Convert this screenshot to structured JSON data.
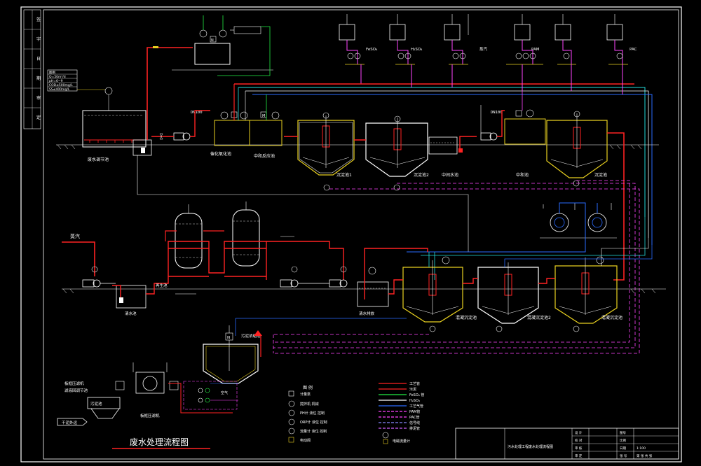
{
  "drawing": {
    "title": "废水处理流程图",
    "colors": {
      "background": "#000000",
      "frame": "#ffffff",
      "process_pipe": "#ff2222",
      "tank_wall": "#ffffff",
      "tank_fill": "#e8d020",
      "feso4": "#ff33ff",
      "h2so4": "#2a6bff",
      "dose": "#ff44ff",
      "air": "#22dddd",
      "pam": "#ffffff",
      "signal": "#22ee44",
      "sludge": "#d060ff",
      "level": "#8888ff"
    }
  },
  "labels": {
    "dn100_left": "DN100",
    "dn100_right": "DN100",
    "n_mark": "N",
    "m_mark": "M",
    "feso4": "FeSO₄",
    "h2so4": "H₂SO₄",
    "pam": "PAM",
    "pac": "PAC",
    "steam": "蒸汽",
    "inlet_tank": "废水调节池",
    "reaction_tank": "催化氧化池",
    "neutral_tank": "中和反应池",
    "settle1": "沉淀池1",
    "settle2": "沉淀池2",
    "mid_pool": "中间水池",
    "neut_pool": "中和池",
    "final_settle": "沉淀池",
    "ro_feed": "清水池",
    "filter_pool": "再生池",
    "filter_outlet": "清水排放",
    "sludge_tank": "污泥浓缩池",
    "sludge_press": "板框压滤机",
    "cake_out": "干泥外运",
    "press_note": "板框压滤机\n滤液回调节池",
    "sludge_store": "污泥池",
    "air_tank": "空气",
    "settle_c1": "混凝沉淀池",
    "settle_c2": "混凝沉淀池2",
    "settle_c3": "混凝沉淀池"
  },
  "legend_box": {
    "rows": [
      "图例",
      "Q=50m³/d",
      "pH=6~9",
      "COD≤500mg/L",
      "SS≤400mg/L"
    ]
  },
  "symbol_legend": {
    "title": "图 例",
    "items": [
      {
        "sym": "pump",
        "text": "计量泵"
      },
      {
        "sym": "mixer",
        "text": "搅拌机 机械"
      },
      {
        "sym": "ph",
        "text": "PH计 液位 控制"
      },
      {
        "sym": "orp",
        "text": "ORP计 液位 控制"
      },
      {
        "sym": "meter",
        "text": "流量计 液位 控制"
      },
      {
        "sym": "valve",
        "text": "电动阀"
      },
      {
        "sym": "flow",
        "text": "电磁流量计"
      }
    ]
  },
  "line_legend": {
    "items": [
      {
        "color": "#ff2222",
        "text": "工艺管"
      },
      {
        "color": "#ff2222",
        "text": "污泥"
      },
      {
        "color": "#22ee44",
        "text": "FeSO₄ 管"
      },
      {
        "color": "#ffffff",
        "text": "H₂SO₄"
      },
      {
        "color": "#2a6bff",
        "text": "工艺气管"
      },
      {
        "color": "#ff44ff",
        "text": "PAM管"
      },
      {
        "color": "#ff44ff",
        "text": "PAC管"
      },
      {
        "color": "#8888ff",
        "text": "信号线"
      },
      {
        "color": "#d060ff",
        "text": "排泥管"
      }
    ]
  },
  "title_block": {
    "project": "污水处理工程废水处理流程图",
    "rows": [
      "设 计",
      "校 对",
      "审 核",
      "审 定"
    ],
    "right_rows": [
      "图号",
      "比例",
      "日期",
      "张 号"
    ],
    "scale": "1:100",
    "sheet": "第 张  共 张"
  },
  "margin_strip": {
    "cells": [
      "签",
      "字",
      "日",
      "期",
      "审",
      "定"
    ]
  }
}
